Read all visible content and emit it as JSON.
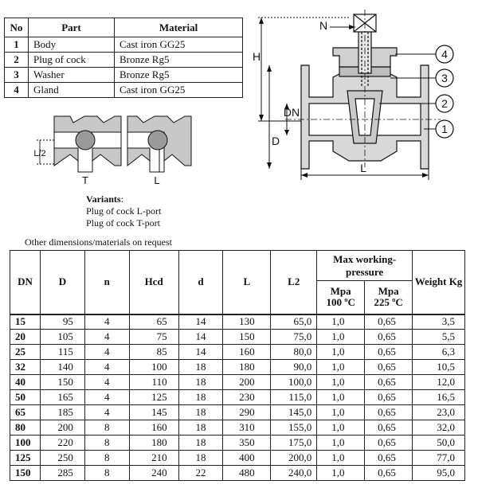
{
  "parts_table": {
    "headers": [
      "No",
      "Part",
      "Material"
    ],
    "rows": [
      {
        "no": "1",
        "part": "Body",
        "material": "Cast iron GG25"
      },
      {
        "no": "2",
        "part": "Plug of cock",
        "material": "Bronze Rg5"
      },
      {
        "no": "3",
        "part": "Washer",
        "material": "Bronze Rg5"
      },
      {
        "no": "4",
        "part": "Gland",
        "material": "Cast iron GG25"
      }
    ]
  },
  "main_drawing": {
    "labels": {
      "N": "N",
      "H": "H",
      "DN": "DN",
      "D": "D",
      "L": "L"
    },
    "callouts": [
      "1",
      "2",
      "3",
      "4"
    ]
  },
  "port_drawings": {
    "labels": {
      "l2": "L/2",
      "t": "T",
      "l": "L"
    }
  },
  "variants": {
    "heading": "Variants",
    "items": [
      "Plug of cock L-port",
      "Plug of cock T-port"
    ]
  },
  "note": "Other dimensions/materials on request",
  "dims_table": {
    "headers": {
      "dn": "DN",
      "d": "D",
      "n": "n",
      "hcd": "Hcd",
      "dsmall": "d",
      "l": "L",
      "l2": "L2",
      "mwp": "Max working-pressure",
      "mpa1": "Mpa",
      "temp1": "100 ºC",
      "mpa2": "Mpa",
      "temp2": "225 ºC",
      "weight": "Weight Kg"
    },
    "rows": [
      [
        "15",
        "95",
        "4",
        "65",
        "14",
        "130",
        "65,0",
        "1,0",
        "0,65",
        "3,5"
      ],
      [
        "20",
        "105",
        "4",
        "75",
        "14",
        "150",
        "75,0",
        "1,0",
        "0,65",
        "5,5"
      ],
      [
        "25",
        "115",
        "4",
        "85",
        "14",
        "160",
        "80,0",
        "1,0",
        "0,65",
        "6,3"
      ],
      [
        "32",
        "140",
        "4",
        "100",
        "18",
        "180",
        "90,0",
        "1,0",
        "0,65",
        "10,5"
      ],
      [
        "40",
        "150",
        "4",
        "110",
        "18",
        "200",
        "100,0",
        "1,0",
        "0,65",
        "12,0"
      ],
      [
        "50",
        "165",
        "4",
        "125",
        "18",
        "230",
        "115,0",
        "1,0",
        "0,65",
        "16,5"
      ],
      [
        "65",
        "185",
        "4",
        "145",
        "18",
        "290",
        "145,0",
        "1,0",
        "0,65",
        "23,0"
      ],
      [
        "80",
        "200",
        "8",
        "160",
        "18",
        "310",
        "155,0",
        "1,0",
        "0,65",
        "32,0"
      ],
      [
        "100",
        "220",
        "8",
        "180",
        "18",
        "350",
        "175,0",
        "1,0",
        "0,65",
        "50,0"
      ],
      [
        "125",
        "250",
        "8",
        "210",
        "18",
        "400",
        "200,0",
        "1,0",
        "0,65",
        "77,0"
      ],
      [
        "150",
        "285",
        "8",
        "240",
        "22",
        "480",
        "240,0",
        "1,0",
        "0,65",
        "95,0"
      ]
    ]
  }
}
